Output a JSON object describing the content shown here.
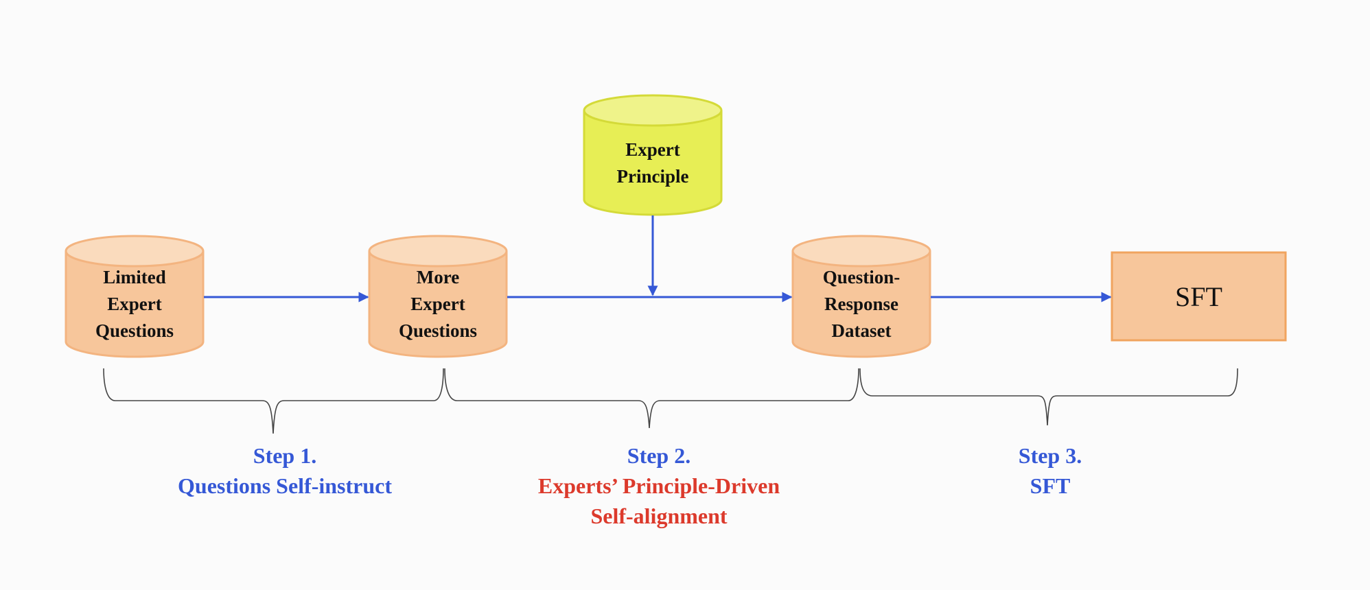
{
  "colors": {
    "cylinder_fill": "#f7c69b",
    "cylinder_top": "#fadbbd",
    "cylinder_stroke": "#f3b480",
    "principle_fill": "#e7ee55",
    "principle_top": "#eff38a",
    "principle_stroke": "#d4da38",
    "sft_fill": "#f7c69b",
    "sft_stroke": "#f0a45f",
    "arrow": "#3558d6",
    "brace": "#444444",
    "step_blue": "#3558d6",
    "step_red": "#dc3a2c"
  },
  "nodes": {
    "limited": {
      "line1": "Limited",
      "line2": "Expert",
      "line3": "Questions"
    },
    "more": {
      "line1": "More",
      "line2": "Expert",
      "line3": "Questions"
    },
    "principle": {
      "line1": "Expert",
      "line2": "Principle"
    },
    "dataset": {
      "line1": "Question-",
      "line2": "Response",
      "line3": "Dataset"
    },
    "sft": {
      "label": "SFT"
    }
  },
  "steps": [
    {
      "heading": "Step 1.",
      "line1": "Questions Self-instruct"
    },
    {
      "heading": "Step 2.",
      "line1": "Experts’ Principle-Driven",
      "line2": "Self-alignment"
    },
    {
      "heading": "Step 3.",
      "line1": "SFT"
    }
  ]
}
